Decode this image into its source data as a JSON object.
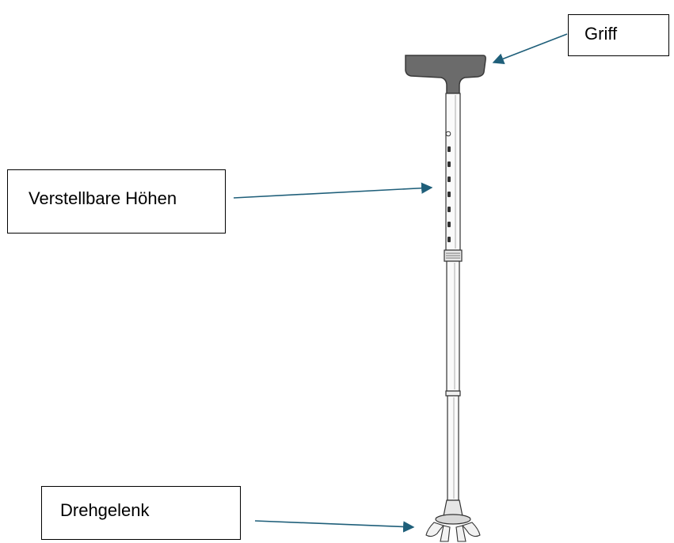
{
  "labels": {
    "grip": "Griff",
    "adjustable_heights": "Verstellbare Höhen",
    "swivel_joint": "Drehgelenk"
  },
  "colors": {
    "arrow": "#1f5f7a",
    "handle": "#6b6b6b",
    "outline": "#333333"
  },
  "cane": {
    "height_holes": 7
  }
}
